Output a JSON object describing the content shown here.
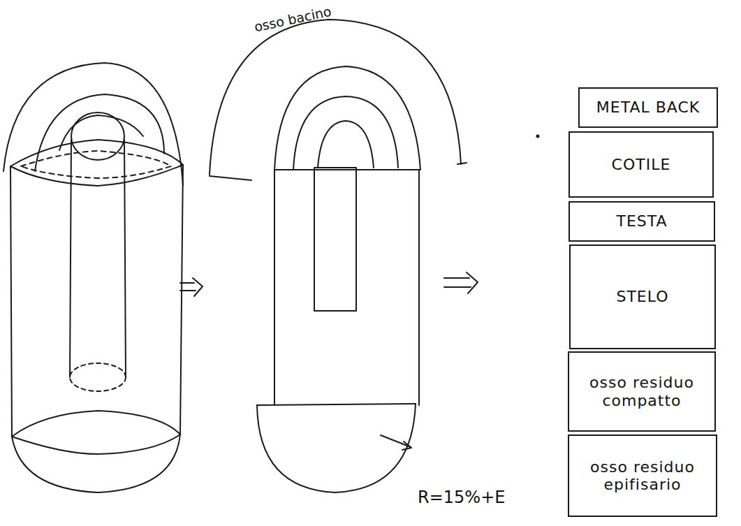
{
  "diagram": {
    "nodes": [
      {
        "text": [
          "METAL BACK"
        ]
      },
      {
        "text": [
          "COTILE"
        ]
      },
      {
        "text": [
          "TESTA"
        ]
      },
      {
        "text": [
          "STELO"
        ]
      },
      {
        "text": [
          "osso residuo compatto"
        ]
      },
      {
        "text": [
          "osso residuo epifisario"
        ]
      }
    ],
    "labels": [
      "osso bacino",
      "R=15%+E"
    ]
  }
}
